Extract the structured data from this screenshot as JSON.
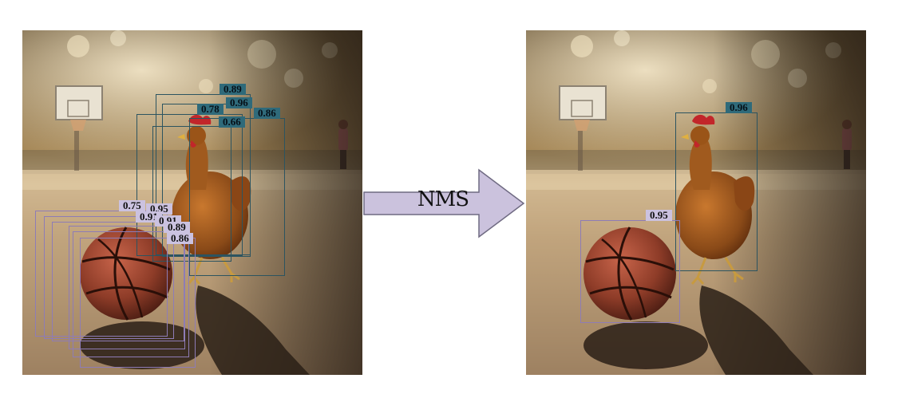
{
  "arrow": {
    "label": "NMS",
    "fill": "#cbc2dd",
    "stroke": "#6f6a82"
  },
  "colors": {
    "chicken_box": "#2c5460",
    "chicken_tag": "#2f6a7a",
    "ball_box": "#8e7cb6",
    "ball_tag": "#cbc2e0"
  },
  "before": {
    "chicken_scores": [
      "0.89",
      "0.96",
      "0.78",
      "0.86",
      "0.66"
    ],
    "ball_scores": [
      "0.75",
      "0.95",
      "0.91",
      "0.91",
      "0.89",
      "0.86"
    ]
  },
  "after": {
    "chicken_scores": [
      "0.96"
    ],
    "ball_scores": [
      "0.95"
    ]
  }
}
